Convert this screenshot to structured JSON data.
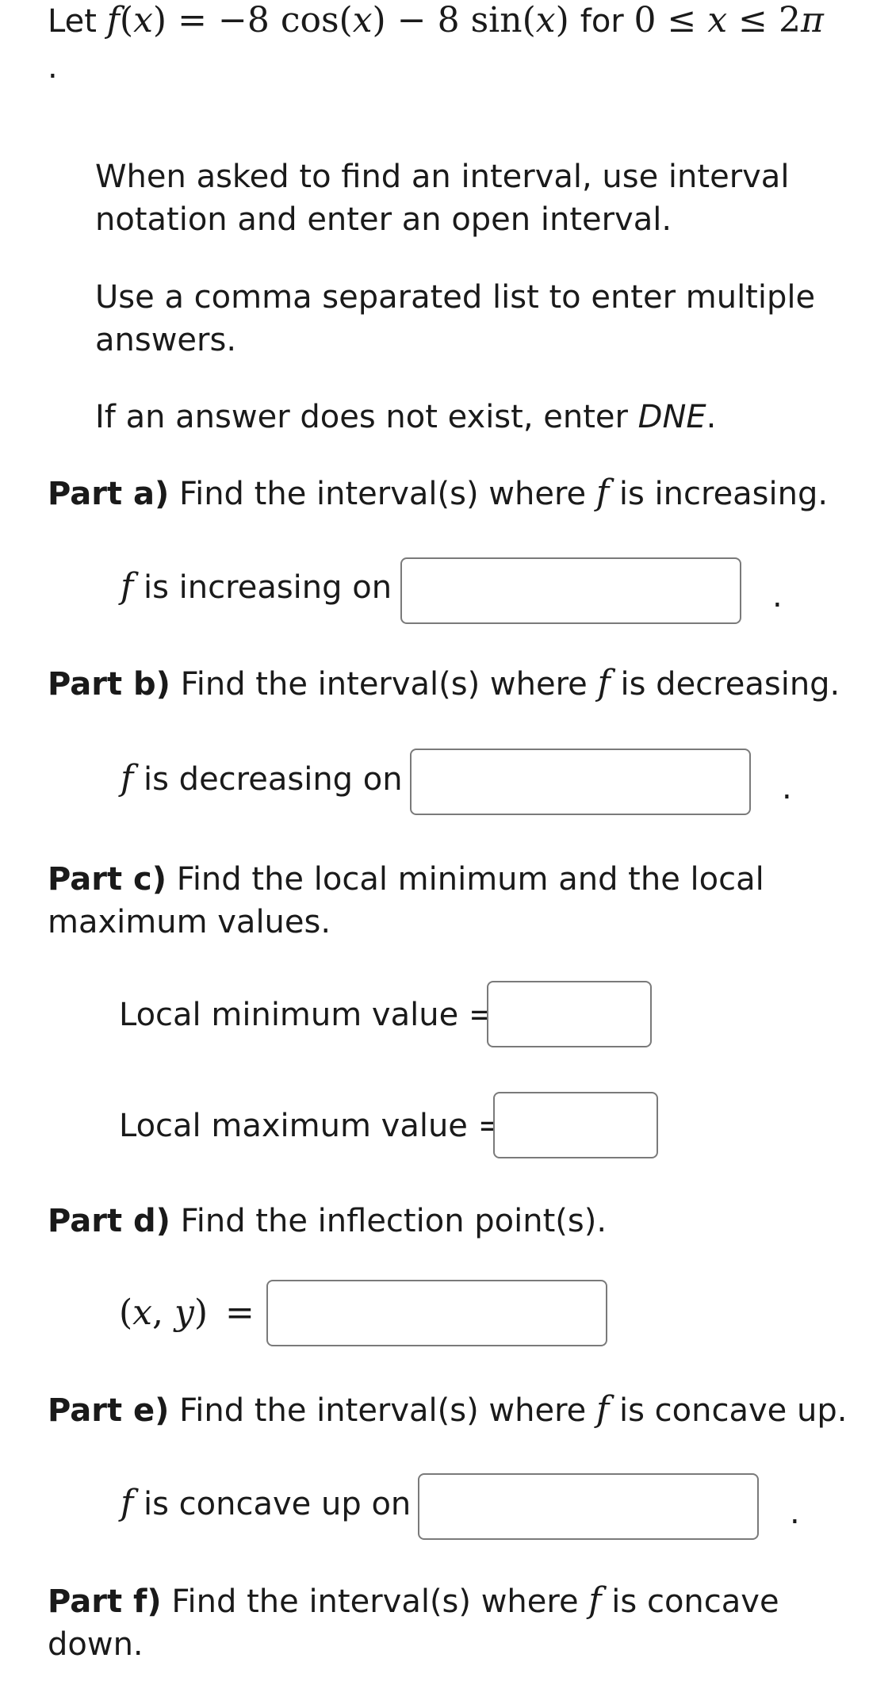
{
  "problem": {
    "let_word": "Let",
    "f_name": "f",
    "var": "x",
    "lparen": "(",
    "rparen": ")",
    "eq": "=",
    "minus_sign": "−",
    "coef": "8",
    "cos": "cos",
    "minus_op": "−",
    "sin": "sin",
    "for_word": "for",
    "lower": "0",
    "le1": "≤",
    "le2": "≤",
    "two": "2",
    "pi": "π",
    "end_dot": "."
  },
  "instructions": {
    "interval": "When asked to find an interval, use interval notation and enter an open interval.",
    "multiple": "Use a comma separated list to enter multiple answers.",
    "dne_prefix": "If an answer does not exist, enter ",
    "dne_word": "DNE",
    "dne_suffix": "."
  },
  "part_a": {
    "label": "Part a)",
    "prompt_before": " Find the interval(s) where ",
    "f": "f",
    "prompt_after": " is increasing.",
    "answer_f": "f",
    "answer_label": " is increasing on",
    "value": "",
    "end": "."
  },
  "part_b": {
    "label": "Part b)",
    "prompt_before": " Find the interval(s) where ",
    "f": "f",
    "prompt_after": " is decreasing.",
    "answer_f": "f",
    "answer_label": " is decreasing on",
    "value": "",
    "end": "."
  },
  "part_c": {
    "label": "Part c)",
    "prompt": " Find the local minimum and the local maximum values.",
    "min_label": "Local minimum value =",
    "min_value": "",
    "max_label": "Local maximum value =",
    "max_value": ""
  },
  "part_d": {
    "label": "Part d)",
    "prompt": " Find the inflection point(s).",
    "lparen": "(",
    "x": "x",
    "comma": ",",
    "y": "y",
    "rparen": ")",
    "eq": "=",
    "value": ""
  },
  "part_e": {
    "label": "Part e)",
    "prompt_before": " Find the interval(s) where ",
    "f": "f",
    "prompt_after": " is concave up.",
    "answer_f": "f",
    "answer_label": " is concave up on",
    "value": "",
    "end": "."
  },
  "part_f": {
    "label": "Part f)",
    "prompt_before": " Find the interval(s) where ",
    "f": "f",
    "prompt_after": " is concave down."
  }
}
